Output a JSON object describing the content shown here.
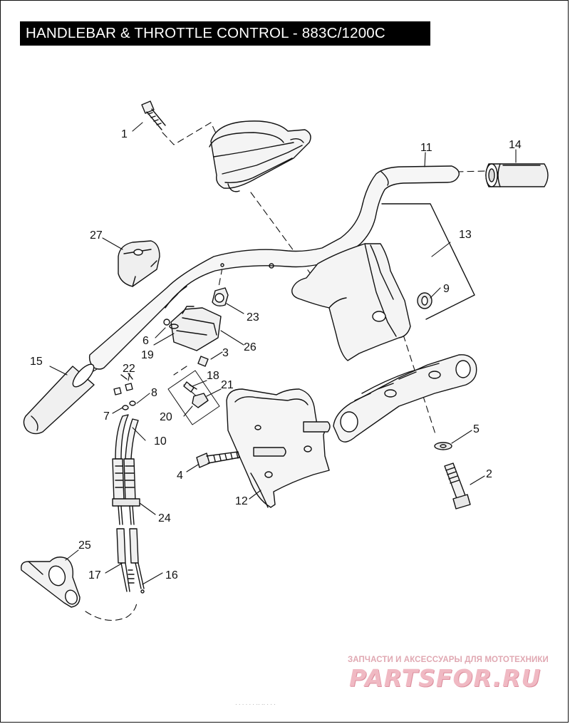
{
  "title": "HANDLEBAR & THROTTLE CONTROL - 883C/1200C",
  "parts": [
    {
      "number": "1",
      "part": "screw"
    },
    {
      "number": "2",
      "part": "bolt"
    },
    {
      "number": "3",
      "part": "screw"
    },
    {
      "number": "4",
      "part": "bolt"
    },
    {
      "number": "5",
      "part": "washer"
    },
    {
      "number": "6",
      "part": "washer"
    },
    {
      "number": "7",
      "part": "cable-end"
    },
    {
      "number": "8",
      "part": "cable-end"
    },
    {
      "number": "9",
      "part": "nut"
    },
    {
      "number": "10",
      "part": "cable"
    },
    {
      "number": "11",
      "part": "handlebar"
    },
    {
      "number": "12",
      "part": "riser-bracket"
    },
    {
      "number": "13",
      "part": "cover"
    },
    {
      "number": "14",
      "part": "grip"
    },
    {
      "number": "15",
      "part": "grip"
    },
    {
      "number": "16",
      "part": "cable"
    },
    {
      "number": "17",
      "part": "cable"
    },
    {
      "number": "18",
      "part": "screw"
    },
    {
      "number": "19",
      "part": "switch-housing"
    },
    {
      "number": "20",
      "part": "adjuster-kit"
    },
    {
      "number": "21",
      "part": "adjuster"
    },
    {
      "number": "22",
      "part": "ferrule"
    },
    {
      "number": "23",
      "part": "clamp"
    },
    {
      "number": "24",
      "part": "cable-clip"
    },
    {
      "number": "25",
      "part": "cable-guide"
    },
    {
      "number": "26",
      "part": "switch-housing"
    },
    {
      "number": "27",
      "part": "clamp"
    }
  ],
  "watermark": {
    "tagline": "ЗАПЧАСТИ И АКСЕССУАРЫ ДЛЯ МОТОТЕХНИКИ",
    "brand": "PARTSFOR.RU",
    "color": "#f0b9c3"
  },
  "footer_code": "· · ·  · · ·  ·· ··  · · ·"
}
